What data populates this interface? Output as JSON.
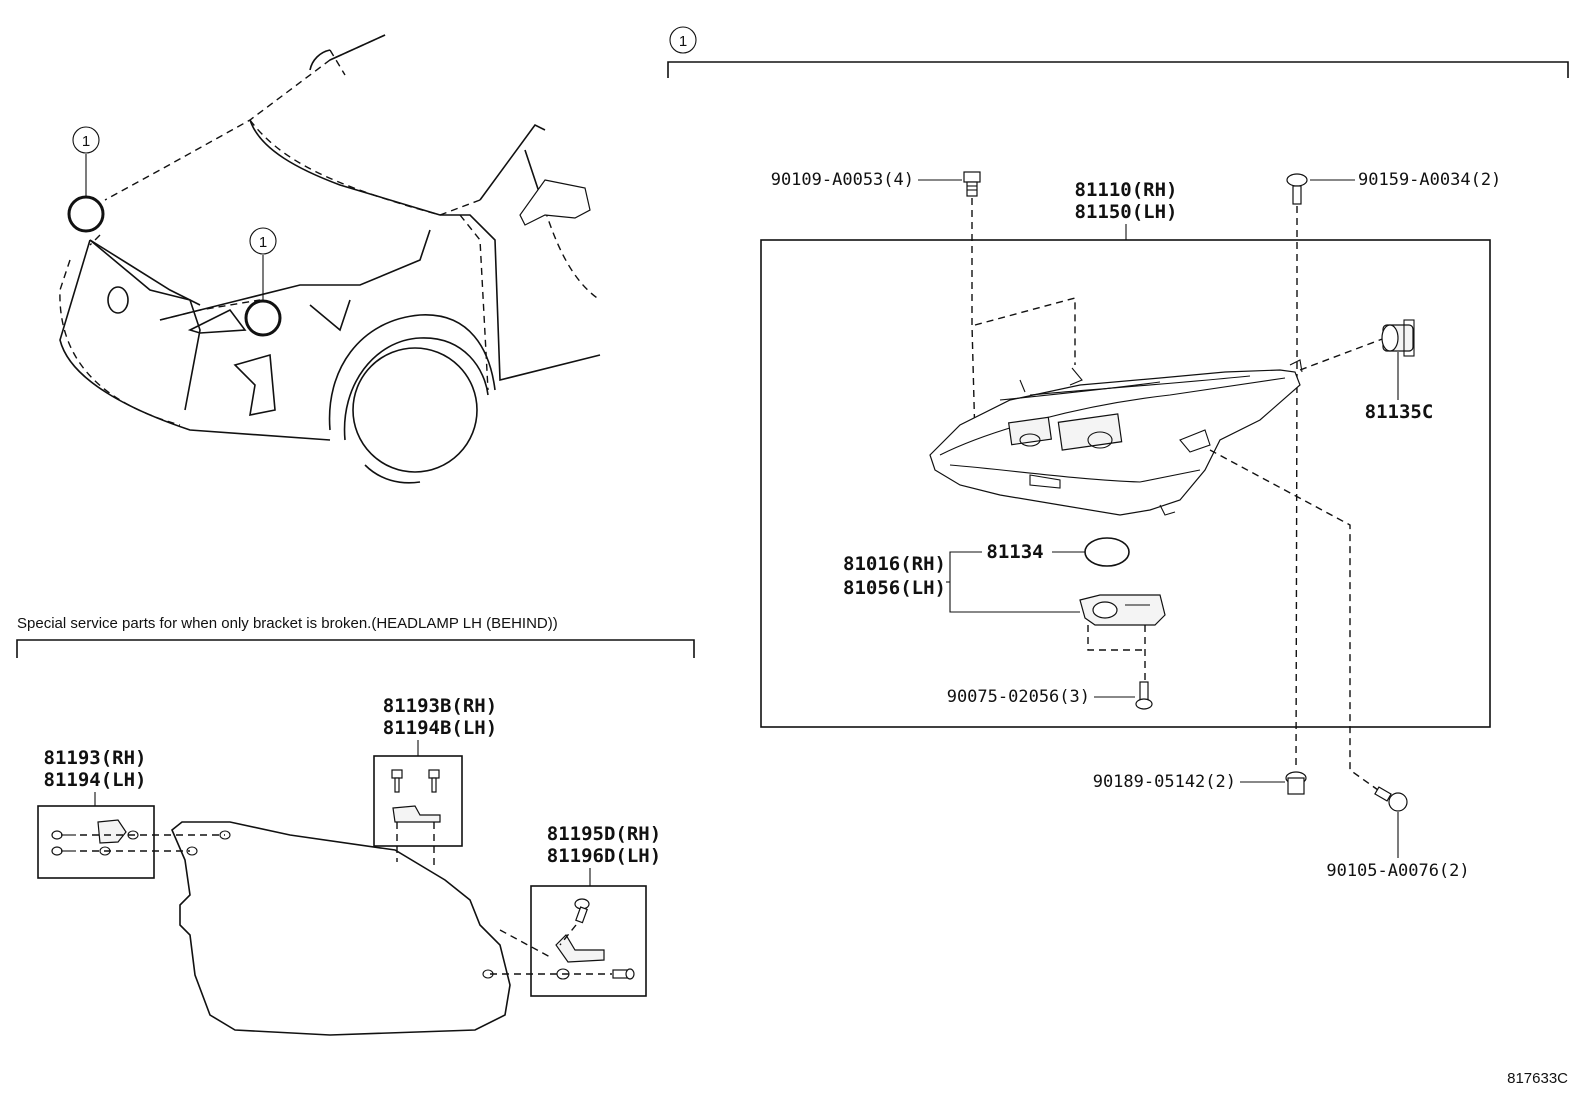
{
  "callout_marker": "1",
  "overview": {
    "marker_left": "1",
    "marker_right": "1"
  },
  "headlamp_assembly": {
    "group_marker": "1",
    "assembly_rh": "81110(RH)",
    "assembly_lh": "81150(LH)",
    "bolt_top_left": "90109-A0053(4)",
    "screw_top_right": "90159-A0034(2)",
    "socket": "81135C",
    "gasket": "81134",
    "unit_rh": "81016(RH)",
    "unit_lh": "81056(LH)",
    "unit_screw": "90075-02056(3)",
    "nut_bottom": "90189-05142(2)",
    "bolt_bottom_right": "90105-A0076(2)"
  },
  "bracket_section": {
    "caption": "Special service parts for when only bracket is broken.(HEADLAMP LH (BEHIND))",
    "kit_a_rh": "81193(RH)",
    "kit_a_lh": "81194(LH)",
    "kit_b_rh": "81193B(RH)",
    "kit_b_lh": "81194B(LH)",
    "kit_d_rh": "81195D(RH)",
    "kit_d_lh": "81196D(LH)"
  },
  "figure_number": "817633C"
}
